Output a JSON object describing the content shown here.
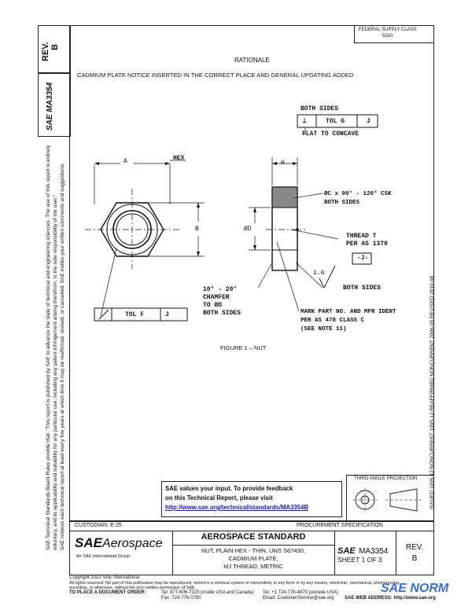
{
  "left_margin": {
    "rev_label": "REV.",
    "rev_value": "B",
    "doc_id": "SAE MA3354",
    "notice_line1": "SAE Technical Standards Board Rules provide that: \"This report is published by SAE to advance the state of technical and engineering sciences. The use of this report is entirely",
    "notice_line2": "voluntary, and its applicability and suitability for any particular use, including any patent infringement arising therefrom, is the sole responsibility of the user.\"",
    "notice_line3": "SAE reviews each technical report at least every five years at which time it may be reaffirmed, revised, or cancelled. SAE invites your written comments and suggestions."
  },
  "right_margin": {
    "text": "ISSUED 1995-12   NONCURRENT 1995-12   REAFFIRMED NONCURRENT 2006-05   REVISED 2010-08"
  },
  "top_right_box": {
    "line1": "FEDERAL SUPPLY CLASS",
    "line2": "5310"
  },
  "rationale": {
    "heading": "RATIONALE",
    "text": "CADMIUM PLATE NOTICE INSERTED IN THE CORRECT PLACE AND GENERAL UPDATING ADDED"
  },
  "drawing": {
    "both_sides_top": "BOTH SIDES",
    "perp_symbol": "⊥",
    "tol_g": "TOL G",
    "datum_j": "J",
    "flat_to_concave": "FLAT TO CONCAVE",
    "label_a": "A",
    "label_hex": "HEX",
    "label_b": "B",
    "label_h": "H",
    "label_d": "ØD",
    "csk_note_line1": "ØC x 90° - 120° CSK",
    "csk_note_line2": "BOTH SIDES",
    "thread_line1": "THREAD T",
    "thread_line2": "PER AS 1370",
    "thread_box": "-J-",
    "finish_value": "1.6",
    "both_sides_finish": "BOTH SIDES",
    "chamfer_line1": "10° - 20°",
    "chamfer_line2": "CHAMFER",
    "chamfer_line3": "TO ØD",
    "chamfer_line4": "BOTH SIDES",
    "tol_f": "TOL F",
    "datum_j2": "J",
    "mark_line1": "MARK PART NO. AND MFR IDENT",
    "mark_line2": "PER AS 478 CLASS C",
    "mark_line3": "(SEE NOTE 11)",
    "figure_caption": "FIGURE 1 – NUT"
  },
  "feedback": {
    "line1": "SAE values your input. To provide feedback",
    "line2": "on this Technical Report, please visit",
    "link": "http://www.sae.org/technical/standards/MA3354B"
  },
  "projection_label": "THIRD ANGLE PROJECTION",
  "title_block": {
    "custodian": "CUSTODIAN: E-25",
    "spec_type": "PROCUREMENT SPECIFICATION",
    "logo_sae": "SAE",
    "logo_aero": "Aerospace",
    "logo_sub": "An SAE International Group",
    "standard_title": "AEROSPACE STANDARD",
    "desc_line1": "NUT, PLAIN HEX - THIN, UNS S67430,",
    "desc_line2": "CADMIUM PLATE,",
    "desc_line3": "MJ THREAD, METRIC",
    "sae_small": "SAE",
    "doc_number": "MA3354",
    "sheet": "SHEET 1 OF 3",
    "rev_label": "REV.",
    "rev_value": "B"
  },
  "footer": {
    "copyright": "Copyright 2010 SAE International",
    "rights": "All rights reserved. No part of this publication may be reproduced, stored in a retrieval system or transmitted, in any form or by any means, electronic, mechanical, photocopying,",
    "rights2": "recording, or otherwise, without the prior written permission of SAE.",
    "order_label": "TO PLACE A DOCUMENT ORDER:",
    "tel1": "Tel: 877-606-7323 (inside USA and Canada)",
    "tel2": "Tel: +1 724-776-4970 (outside USA)",
    "fax": "Fax: 724-776-0790",
    "email": "Email: CustomerService@sae.org",
    "web": "SAE WEB ADDRESS: http://www.sae.org"
  },
  "watermark": "SAE NORM"
}
